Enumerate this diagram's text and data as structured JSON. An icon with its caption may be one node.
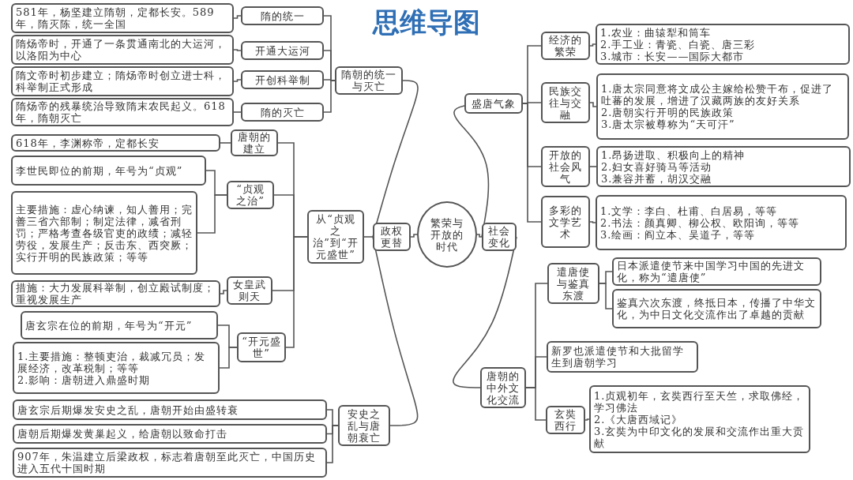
{
  "diagram": {
    "title": "思维导图",
    "nodes": [
      {
        "text": [
          "繁荣与开放的时代"
        ]
      },
      {
        "text": [
          "政权更替"
        ]
      },
      {
        "text": [
          "社会变化"
        ]
      },
      {
        "text": [
          "隋朝的统一与灭亡"
        ]
      },
      {
        "text": [
          "隋的统一"
        ]
      },
      {
        "text": [
          "581年，杨坚建立隋朝，定都长安。589年，隋灭陈，统一全国"
        ]
      },
      {
        "text": [
          "开通大运河"
        ]
      },
      {
        "text": [
          "隋炀帝时，开通了一条贯通南北的大运河，以洛阳为中心"
        ]
      },
      {
        "text": [
          "开创科举制"
        ]
      },
      {
        "text": [
          "隋文帝时初步建立；隋炀帝时创立进士科，科举制正式形成"
        ]
      },
      {
        "text": [
          "隋的灭亡"
        ]
      },
      {
        "text": [
          "隋炀帝的残暴统治导致隋末农民起义。618年，隋朝灭亡"
        ]
      },
      {
        "text": [
          "从“贞观之治”到“开元盛世”"
        ]
      },
      {
        "text": [
          "唐朝的建立"
        ]
      },
      {
        "text": [
          "618年，李渊称帝，定都长安"
        ]
      },
      {
        "text": [
          "“贞观之治”"
        ]
      },
      {
        "text": [
          "李世民即位的前期，年号为“贞观”"
        ]
      },
      {
        "text": [
          "主要措施：虚心纳谏，知人善用；完善三省六部制；制定法律，减省刑罚；严格考查各级官吏的政绩；减轻劳役，发展生产；反击东、西突厥；实行开明的民族政策；等等"
        ]
      },
      {
        "text": [
          "女皇武则天"
        ]
      },
      {
        "text": [
          "措施：大力发展科举制，创立殿试制度；重视发展生产"
        ]
      },
      {
        "text": [
          "“开元盛世”"
        ]
      },
      {
        "text": [
          "唐玄宗在位的前期，年号为“开元”"
        ]
      },
      {
        "text": [
          "1.主要措施：整顿吏治，裁减冗员；发展经济，改革税制；等等",
          "2.影响：唐朝进入鼎盛时期"
        ]
      },
      {
        "text": [
          "安史之乱与唐朝衰亡"
        ]
      },
      {
        "text": [
          "唐玄宗后期爆发安史之乱，唐朝开始由盛转衰"
        ]
      },
      {
        "text": [
          "唐朝后期爆发黄巢起义，给唐朝以致命打击"
        ]
      },
      {
        "text": [
          "907年，朱温建立后梁政权，标志着唐朝至此灭亡，中国历史进入五代十国时期"
        ]
      },
      {
        "text": [
          "盛唐气象"
        ]
      },
      {
        "text": [
          "经济的繁荣"
        ]
      },
      {
        "text": [
          "1.农业：曲辕犁和筒车",
          "2.手工业：青瓷、白瓷、唐三彩",
          "3.城市：长安——国际大都市"
        ]
      },
      {
        "text": [
          "民族交往与交融"
        ]
      },
      {
        "text": [
          "1.唐太宗同意将文成公主嫁给松赞干布，促进了吐蕃的发展，增进了汉藏两族的友好关系",
          "2.唐朝实行开明的民族政策",
          "3.唐太宗被尊称为“天可汗”"
        ]
      },
      {
        "text": [
          "开放的社会风气"
        ]
      },
      {
        "text": [
          "1.昂扬进取、积极向上的精神",
          "2.妇女喜好骑马等活动",
          "3.兼容并蓄，胡汉交融"
        ]
      },
      {
        "text": [
          "多彩的文学艺术"
        ]
      },
      {
        "text": [
          "1.文学：李白、杜甫、白居易，等等",
          "2.书法：颜真卿、柳公权、欧阳询，等等",
          "3.绘画：阎立本、吴道子，等等"
        ]
      },
      {
        "text": [
          "唐朝的中外文化交流"
        ]
      },
      {
        "text": [
          "遣唐使与鉴真东渡"
        ]
      },
      {
        "text": [
          "日本派遣使节来中国学习中国的先进文化，称为“遣唐使”"
        ]
      },
      {
        "text": [
          "鉴真六次东渡，终抵日本，传播了中华文化，为中日文化交流作出了卓越的贡献"
        ]
      },
      {
        "text": [
          "新罗也派遣使节和大批留学生到唐朝学习"
        ]
      },
      {
        "text": [
          "玄奘西行"
        ]
      },
      {
        "text": [
          "1.贞观初年，玄奘西行至天竺，求取佛经，学习佛法",
          "2.《大唐西域记》",
          "3.玄奘为中印文化的发展和交流作出重大贡献"
        ]
      }
    ],
    "edges": [
      {
        "from": 0,
        "to": 1,
        "arrow": "none"
      },
      {
        "from": 0,
        "to": 2,
        "arrow": "none"
      },
      {
        "from": 1,
        "to": 3,
        "arrow": "none"
      },
      {
        "from": 1,
        "to": 12,
        "arrow": "none"
      },
      {
        "from": 1,
        "to": 23,
        "arrow": "none"
      },
      {
        "from": 2,
        "to": 27,
        "arrow": "none"
      },
      {
        "from": 2,
        "to": 36,
        "arrow": "none"
      },
      {
        "from": 3,
        "to": 4,
        "arrow": "none"
      },
      {
        "from": 3,
        "to": 6,
        "arrow": "none"
      },
      {
        "from": 3,
        "to": 8,
        "arrow": "none"
      },
      {
        "from": 3,
        "to": 10,
        "arrow": "none"
      },
      {
        "from": 4,
        "to": 5,
        "arrow": "none"
      },
      {
        "from": 6,
        "to": 7,
        "arrow": "none"
      },
      {
        "from": 8,
        "to": 9,
        "arrow": "none"
      },
      {
        "from": 10,
        "to": 11,
        "arrow": "none"
      },
      {
        "from": 12,
        "to": 13,
        "arrow": "none"
      },
      {
        "from": 12,
        "to": 15,
        "arrow": "none"
      },
      {
        "from": 12,
        "to": 18,
        "arrow": "none"
      },
      {
        "from": 12,
        "to": 20,
        "arrow": "none"
      },
      {
        "from": 13,
        "to": 14,
        "arrow": "none"
      },
      {
        "from": 15,
        "to": 16,
        "arrow": "none"
      },
      {
        "from": 15,
        "to": 17,
        "arrow": "none"
      },
      {
        "from": 18,
        "to": 19,
        "arrow": "none"
      },
      {
        "from": 20,
        "to": 21,
        "arrow": "none"
      },
      {
        "from": 20,
        "to": 22,
        "arrow": "none"
      },
      {
        "from": 23,
        "to": 24,
        "arrow": "none"
      },
      {
        "from": 23,
        "to": 25,
        "arrow": "none"
      },
      {
        "from": 23,
        "to": 26,
        "arrow": "none"
      },
      {
        "from": 27,
        "to": 28,
        "arrow": "none"
      },
      {
        "from": 27,
        "to": 30,
        "arrow": "none"
      },
      {
        "from": 27,
        "to": 32,
        "arrow": "none"
      },
      {
        "from": 27,
        "to": 34,
        "arrow": "none"
      },
      {
        "from": 28,
        "to": 29,
        "arrow": "none"
      },
      {
        "from": 30,
        "to": 31,
        "arrow": "none"
      },
      {
        "from": 32,
        "to": 33,
        "arrow": "none"
      },
      {
        "from": 34,
        "to": 35,
        "arrow": "none"
      },
      {
        "from": 36,
        "to": 37,
        "arrow": "none"
      },
      {
        "from": 36,
        "to": 40,
        "arrow": "none"
      },
      {
        "from": 36,
        "to": 41,
        "arrow": "none"
      },
      {
        "from": 37,
        "to": 38,
        "arrow": "none"
      },
      {
        "from": 37,
        "to": 39,
        "arrow": "none"
      },
      {
        "from": 41,
        "to": 42,
        "arrow": "none"
      }
    ]
  }
}
